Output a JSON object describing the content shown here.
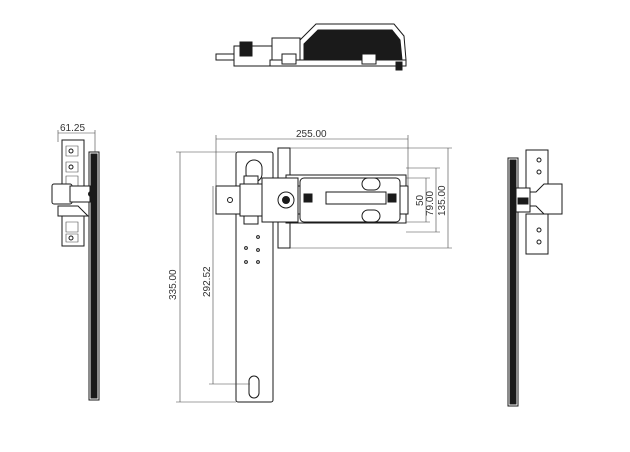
{
  "dimensions": {
    "width_overall": "255.00",
    "height_overall": "335.00",
    "height_inner": "292.52",
    "side_depth": "61.25",
    "slot_height": "50",
    "bracket_height": "79.00",
    "mount_height": "135.00"
  },
  "colors": {
    "line": "#1a1a1a",
    "dim_line": "#444444",
    "text": "#333333"
  }
}
